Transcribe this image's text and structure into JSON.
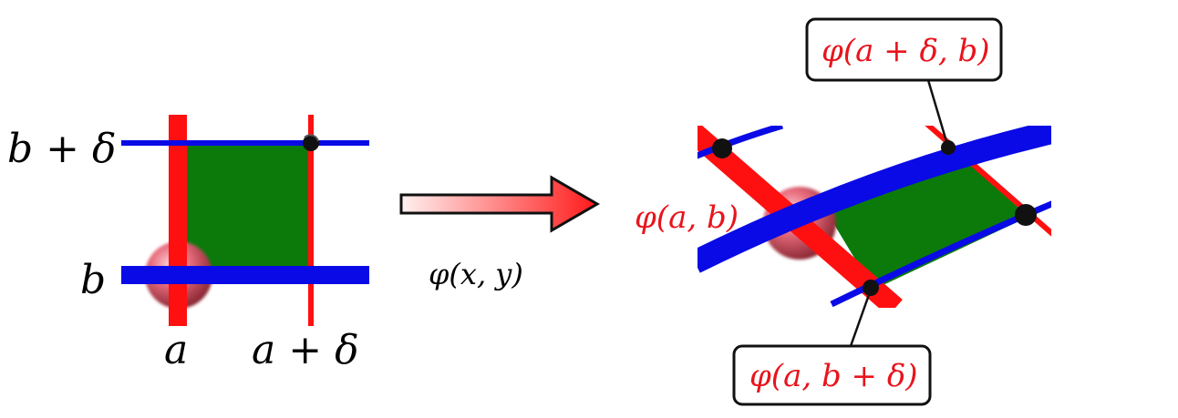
{
  "colors": {
    "red_line": "#ff1010",
    "blue_line": "#0a0ae6",
    "patch": "#0b7a0b",
    "label_red": "#e8141c",
    "sphere": "#e86070",
    "arrow_start": "#fff0f0",
    "arrow_end": "#ff1a1a"
  },
  "left_panel": {
    "label_b_plus_delta": "b + δ",
    "label_b": "b",
    "label_a": "a",
    "label_a_plus_delta": "a + δ"
  },
  "arrow": {
    "label": "φ(x, y)"
  },
  "right_panel": {
    "label_phi_a_b": "φ(a, b)",
    "callout_top": "φ(a + δ, b)",
    "callout_bottom": "φ(a, b + δ)"
  }
}
